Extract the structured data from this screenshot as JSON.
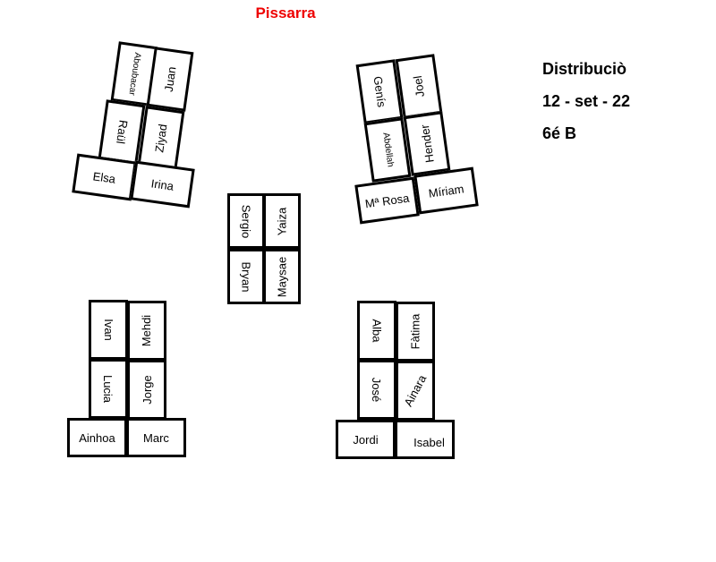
{
  "board_label": "Pissarra",
  "info": {
    "title": "Distribuciò",
    "date": "12 - set - 22",
    "class": "6é B"
  },
  "groups": {
    "top_left": [
      "Aboubacar",
      "Juan",
      "Raül",
      "Ziyad",
      "Elsa",
      "Irina"
    ],
    "top_right": [
      "Genís",
      "Joel",
      "Abdellah",
      "Hender",
      "Mª Rosa",
      "Míriam"
    ],
    "center": [
      "Sergio",
      "Yaiza",
      "Bryan",
      "Maysae"
    ],
    "bottom_left": [
      "Ivan",
      "Mehdi",
      "Lucia",
      "Jorge",
      "Ainhoa",
      "Marc"
    ],
    "bottom_right": [
      "Alba",
      "Fàtima",
      "José",
      "Ainara",
      "Jordi",
      "Isabel"
    ]
  },
  "colors": {
    "board": "#ee0000"
  }
}
